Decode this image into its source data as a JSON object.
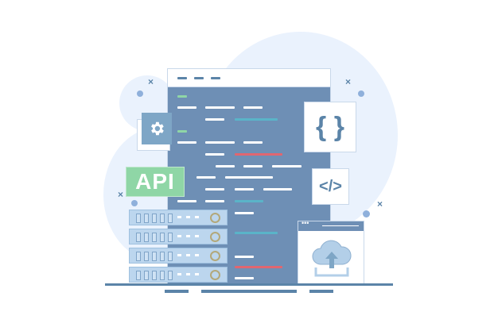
{
  "illustration": {
    "subject": "API development / cloud upload",
    "api_badge": {
      "label": "API",
      "color": "#8fd6a6"
    },
    "cards": [
      {
        "name": "curly-braces",
        "glyph": "{ }"
      },
      {
        "name": "code-tag",
        "glyph": "</>"
      }
    ],
    "gear_icon": "gear-icon",
    "upload_window": {
      "dots": "•••",
      "icon": "cloud-upload-icon"
    },
    "server_rack_units": 4,
    "colors": {
      "code_panel": "#6e8fb5",
      "accent_green": "#8fd6a6",
      "accent_teal": "#5ab4c8",
      "accent_red": "#e06670",
      "blob": "#eaf2fd",
      "dark_blue": "#5b84a8"
    }
  }
}
